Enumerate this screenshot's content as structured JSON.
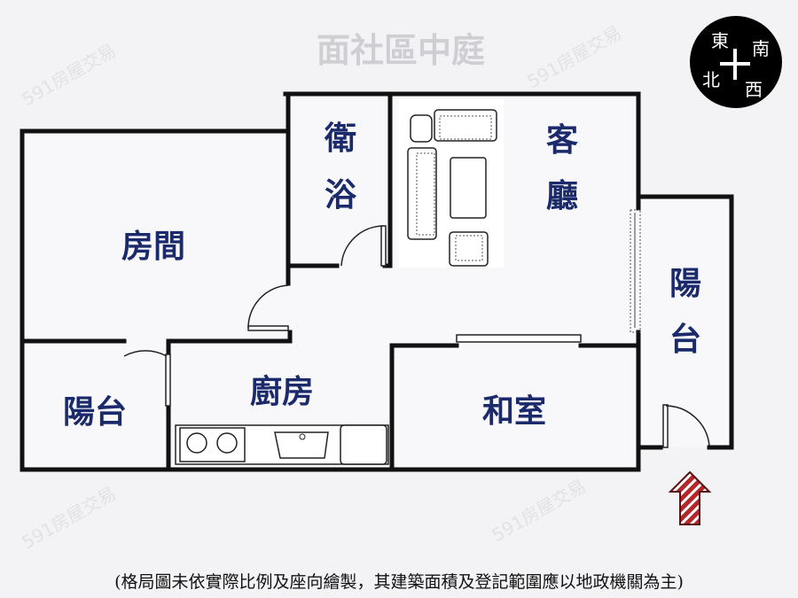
{
  "courtyard_label": "面社區中庭",
  "compass": {
    "east": "東",
    "south": "南",
    "north": "北",
    "west": "西"
  },
  "rooms": {
    "bedroom": "房間",
    "bathroom_1": "衛",
    "bathroom_2": "浴",
    "living_1": "客",
    "living_2": "廳",
    "balcony_left": "陽台",
    "kitchen": "廚房",
    "tatami": "和室",
    "balcony_right_1": "陽",
    "balcony_right_2": "台"
  },
  "watermark": "591房屋交易",
  "disclaimer": "(格局圖未依實際比例及座向繪製，其建築面積及登記範圍應以地政機關為主)",
  "colors": {
    "label": "#1b2a6b",
    "entrance_arrow": "#b5262a"
  }
}
